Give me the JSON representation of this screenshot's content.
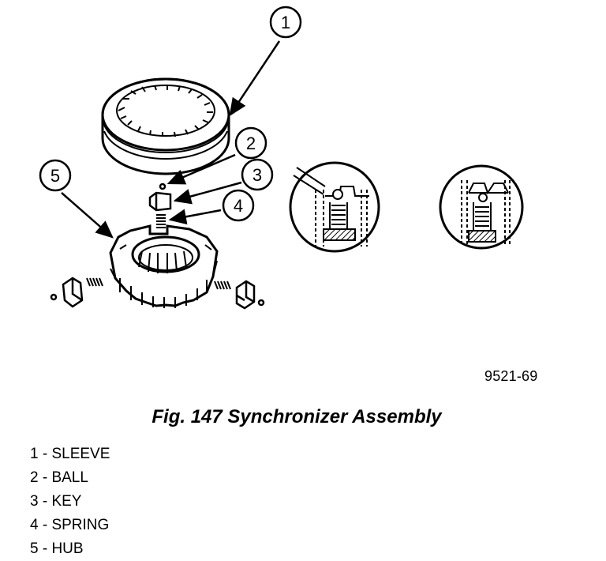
{
  "figure": {
    "code": "9521-69",
    "caption": "Fig. 147 Synchronizer Assembly",
    "callouts": [
      "1",
      "2",
      "3",
      "4",
      "5"
    ]
  },
  "legend": [
    {
      "number": "1",
      "label": "1 - SLEEVE"
    },
    {
      "number": "2",
      "label": "2 - BALL"
    },
    {
      "number": "3",
      "label": "3 - KEY"
    },
    {
      "number": "4",
      "label": "4 - SPRING"
    },
    {
      "number": "5",
      "label": "5 - HUB"
    }
  ]
}
